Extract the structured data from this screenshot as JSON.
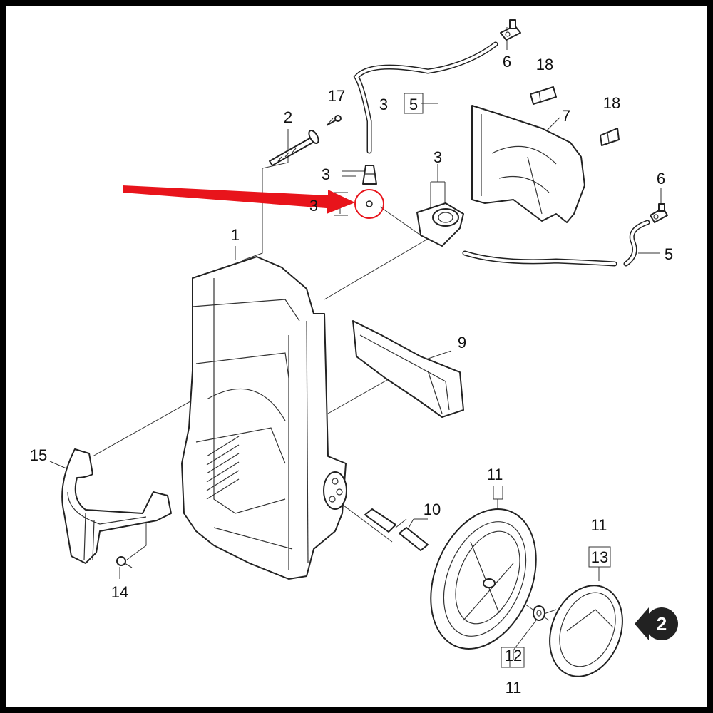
{
  "labels": {
    "l1": "1",
    "l2": "2",
    "l3_a": "3",
    "l5_a": "5",
    "l3_b": "3",
    "l3_c": "3",
    "l3_d": "3",
    "l5_b": "5",
    "l6_a": "6",
    "l6_b": "6",
    "l7": "7",
    "l9": "9",
    "l10": "10",
    "l11_a": "11",
    "l11_b": "11",
    "l11_c": "11",
    "l12": "12",
    "l13": "13",
    "l14": "14",
    "l15": "15",
    "l17": "17",
    "l18_a": "18",
    "l18_b": "18"
  },
  "nav": {
    "page_number": "2"
  },
  "colors": {
    "highlight_arrow": "#e8141b",
    "highlight_circle": "#e8141b",
    "nav_badge": "#222222"
  }
}
